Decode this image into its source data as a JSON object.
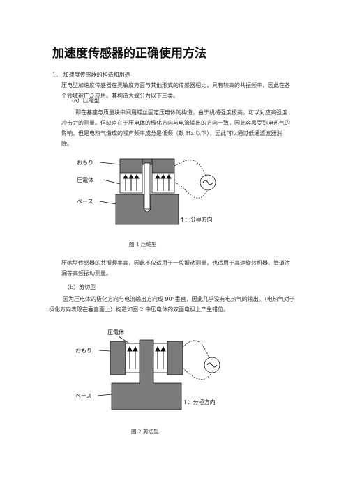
{
  "title": "加速度传感器的正确使用方法",
  "section1": {
    "heading": "1、 加速度传感器的构造和用途",
    "intro": "压电型加速度传感器在灵敏度方面与其他形式的传感器相比，具有较高的共振频率，因此在各个领域被广泛应用。其构造大致分为以下三类。"
  },
  "type_a": {
    "heading": "（a）压缩型",
    "text": "即在基座与质量块中间用螺丝固定压电体的构造。由于机械强度极高，可以对应高强度冲击力的测量。但缺点在于压电体的极化方向与电流输出的方向一致，因此容易受到电热气的影响。但是电热气造成的噪声频率成分是低频（数 Hz 以下），因此可以通过低通滤波器消除。",
    "figure": {
      "label_mass": "おもり",
      "label_piezo": "圧電体",
      "label_base": "ベース",
      "label_pol": "↑：分極方向",
      "caption": "图 1  压缩型"
    },
    "after": "压缩型传感器的共振频率高，因此不仅适用于一般振动测量，也适用于高速旋转机器、管道泄漏等高频振动测量。"
  },
  "type_b": {
    "heading": "（b）剪切型",
    "text": "因为压电体的极化方向与电流输出方向成 90°垂直，因此几乎没有电热气的输出。（电热气对于极化方向表现在垂直面上）构造如图 2 中压电体的双面电极上产生错位。",
    "figure": {
      "label_piezo": "圧電体",
      "label_mass": "おもり",
      "label_base": "ベース",
      "label_pol": "↑：分極方向",
      "caption": "图 2  剪切型"
    }
  },
  "colors": {
    "metal": "#7a7a7a",
    "ink": "#111111",
    "text": "#333333"
  }
}
